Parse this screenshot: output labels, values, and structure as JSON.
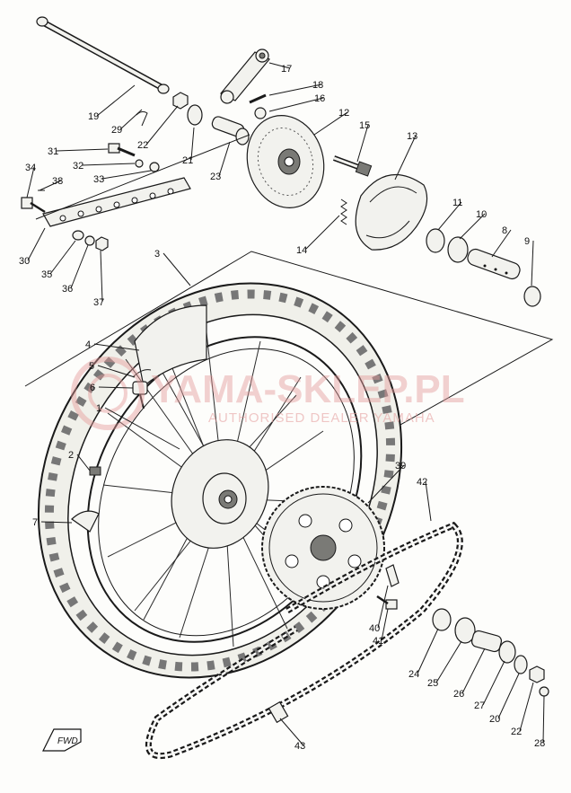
{
  "watermark": {
    "main_text": "YAMA-SKLEP.PL",
    "sub_text": "AUTHORISED DEALER YAMAHA"
  },
  "fwd_label": "FWD",
  "callouts": [
    {
      "id": "1",
      "label": "1"
    },
    {
      "id": "2",
      "label": "2"
    },
    {
      "id": "3",
      "label": "3"
    },
    {
      "id": "4",
      "label": "4"
    },
    {
      "id": "5",
      "label": "5"
    },
    {
      "id": "6",
      "label": "6"
    },
    {
      "id": "7",
      "label": "7"
    },
    {
      "id": "8",
      "label": "8"
    },
    {
      "id": "9",
      "label": "9"
    },
    {
      "id": "10",
      "label": "10"
    },
    {
      "id": "11",
      "label": "11"
    },
    {
      "id": "12",
      "label": "12"
    },
    {
      "id": "13",
      "label": "13"
    },
    {
      "id": "14",
      "label": "14"
    },
    {
      "id": "15",
      "label": "15"
    },
    {
      "id": "16",
      "label": "16"
    },
    {
      "id": "17",
      "label": "17"
    },
    {
      "id": "18",
      "label": "18"
    },
    {
      "id": "19",
      "label": "19"
    },
    {
      "id": "20",
      "label": "20"
    },
    {
      "id": "21",
      "label": "21"
    },
    {
      "id": "22a",
      "label": "22"
    },
    {
      "id": "22b",
      "label": "22"
    },
    {
      "id": "23",
      "label": "23"
    },
    {
      "id": "24",
      "label": "24"
    },
    {
      "id": "25",
      "label": "25"
    },
    {
      "id": "26",
      "label": "26"
    },
    {
      "id": "27",
      "label": "27"
    },
    {
      "id": "28",
      "label": "28"
    },
    {
      "id": "29",
      "label": "29"
    },
    {
      "id": "30",
      "label": "30"
    },
    {
      "id": "31",
      "label": "31"
    },
    {
      "id": "32",
      "label": "32"
    },
    {
      "id": "33",
      "label": "33"
    },
    {
      "id": "34",
      "label": "34"
    },
    {
      "id": "35",
      "label": "35"
    },
    {
      "id": "36",
      "label": "36"
    },
    {
      "id": "37",
      "label": "37"
    },
    {
      "id": "38",
      "label": "38"
    },
    {
      "id": "39",
      "label": "39"
    },
    {
      "id": "40",
      "label": "40"
    },
    {
      "id": "41",
      "label": "41"
    },
    {
      "id": "42",
      "label": "42"
    },
    {
      "id": "43",
      "label": "43"
    }
  ]
}
